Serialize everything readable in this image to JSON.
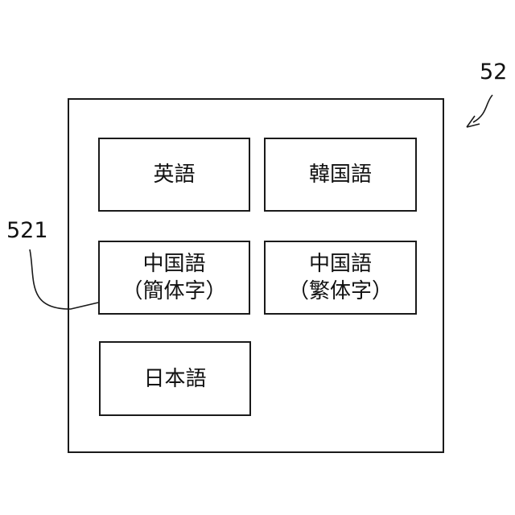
{
  "reference_numerals": {
    "panel": "52",
    "button": "521"
  },
  "language_buttons": [
    {
      "line1": "英語"
    },
    {
      "line1": "韓国語"
    },
    {
      "line1": "中国語",
      "line2": "（簡体字）"
    },
    {
      "line1": "中国語",
      "line2": "（繁体字）"
    },
    {
      "line1": "日本語"
    }
  ]
}
